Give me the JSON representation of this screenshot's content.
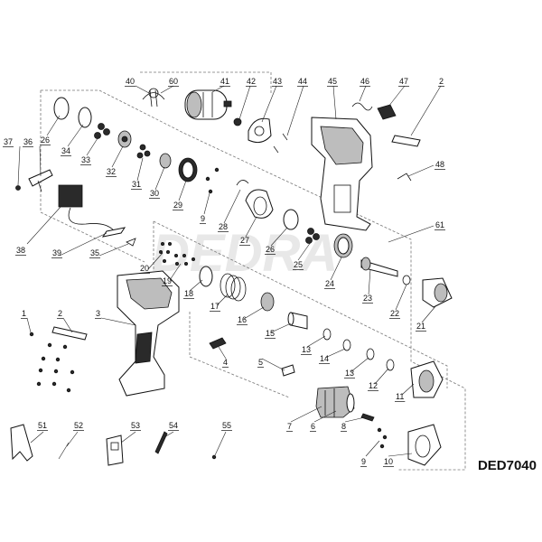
{
  "diagram": {
    "model_code": "DED7040",
    "watermark": "DEDRA",
    "labels": [
      "1",
      "2",
      "3",
      "4",
      "5",
      "6",
      "7",
      "8",
      "9",
      "10",
      "11",
      "12",
      "13",
      "13",
      "14",
      "15",
      "16",
      "17",
      "18",
      "19",
      "20",
      "21",
      "22",
      "23",
      "24",
      "25",
      "26",
      "26",
      "27",
      "28",
      "29",
      "30",
      "31",
      "32",
      "33",
      "34",
      "35",
      "36",
      "37",
      "38",
      "39",
      "40",
      "41",
      "42",
      "43",
      "44",
      "45",
      "46",
      "47",
      "48",
      "51",
      "52",
      "53",
      "54",
      "55",
      "60",
      "61",
      "2",
      "9"
    ]
  }
}
